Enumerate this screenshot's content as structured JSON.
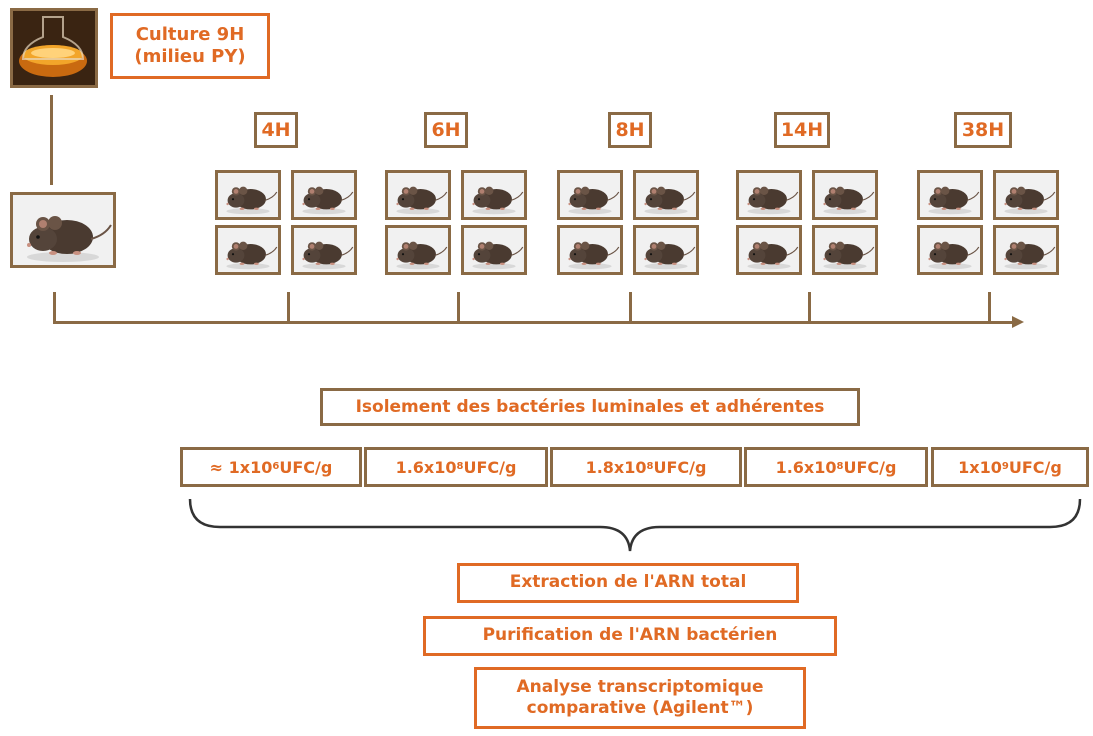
{
  "culture": {
    "line1": "Culture 9H",
    "line2": "(milieu PY)"
  },
  "timepoints": [
    "4H",
    "6H",
    "8H",
    "14H",
    "38H"
  ],
  "isolation": "Isolement des bactéries luminales et adhérentes",
  "counts": [
    {
      "prefix": "≈ 1x10",
      "exp": "6",
      "suffix": "UFC/g"
    },
    {
      "prefix": "1.6x10",
      "exp": "8",
      "suffix": " UFC/g"
    },
    {
      "prefix": "1.8x10",
      "exp": "8",
      "suffix": " UFC/g"
    },
    {
      "prefix": "1.6x10",
      "exp": "8",
      "suffix": " UFC/g"
    },
    {
      "prefix": "1x10",
      "exp": "9",
      "suffix": " UFC/g"
    }
  ],
  "steps": {
    "extraction": "Extraction de l'ARN total",
    "purification": "Purification de l'ARN bactérien",
    "analysis_line1": "Analyse transcriptomique",
    "analysis_line2": "comparative  (Agilent™)"
  },
  "colors": {
    "accent": "#e06a24",
    "frame": "#8a6a45"
  }
}
